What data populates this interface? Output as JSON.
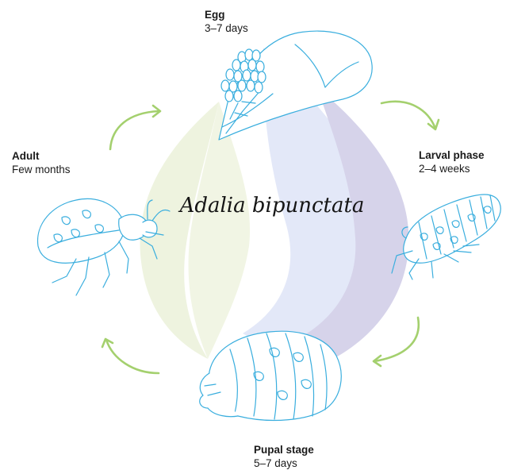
{
  "title": "Adalia bipunctata",
  "stages": {
    "egg": {
      "name": "Egg",
      "duration": "3–7 days"
    },
    "larva": {
      "name": "Larval phase",
      "duration": "2–4 weeks"
    },
    "pupa": {
      "name": "Pupal stage",
      "duration": "5–7 days"
    },
    "adult": {
      "name": "Adult",
      "duration": "Few months"
    }
  },
  "colors": {
    "line": "#3aaede",
    "arrow": "#a4d06e",
    "petal_green": "#eef3df",
    "petal_blue": "#e3e8f8",
    "petal_purple": "#d6d3ea"
  },
  "icons": [
    "egg-cluster-icon",
    "larva-icon",
    "pupa-icon",
    "ladybird-adult-icon"
  ]
}
